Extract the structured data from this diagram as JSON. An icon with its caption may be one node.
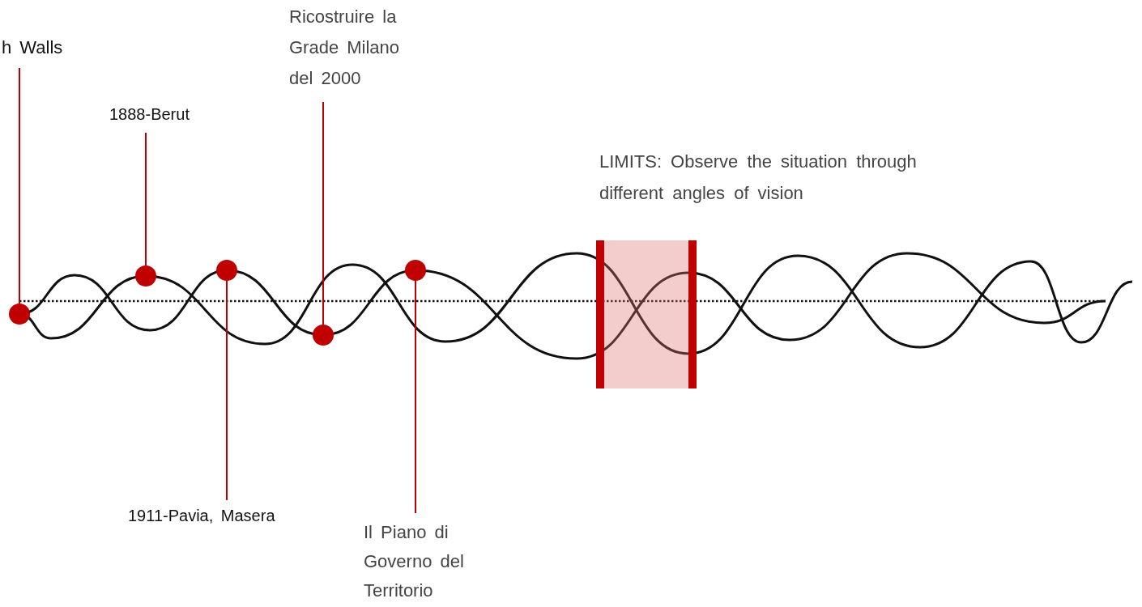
{
  "diagram": {
    "nodes": [
      {
        "text": [
          "h Walls"
        ]
      },
      {
        "text": [
          "Ricostruire la Grade Milano del 2000"
        ]
      },
      {
        "text": [
          "1888-Berut"
        ]
      },
      {
        "text": [
          "LIMITS: Observe the situation through different angles of vision"
        ]
      },
      {
        "text": [],
        "shape": "circle"
      },
      {
        "text": [],
        "shape": "circle"
      },
      {
        "text": [],
        "shape": "circle"
      },
      {
        "text": [],
        "shape": "circle"
      },
      {
        "text": [],
        "shape": "circle"
      },
      {
        "text": [
          "1911-Pavia, Masera"
        ]
      },
      {
        "text": [
          "Il Piano di Governo del Territorio"
        ]
      }
    ],
    "edges": [
      {
        "from": 0,
        "to": 4,
        "arrow": "none"
      },
      {
        "from": 2,
        "to": 5,
        "arrow": "none"
      },
      {
        "from": 9,
        "to": 6,
        "arrow": "none"
      },
      {
        "from": 1,
        "to": 7,
        "arrow": "none"
      },
      {
        "from": 10,
        "to": 8,
        "arrow": "none"
      }
    ]
  }
}
